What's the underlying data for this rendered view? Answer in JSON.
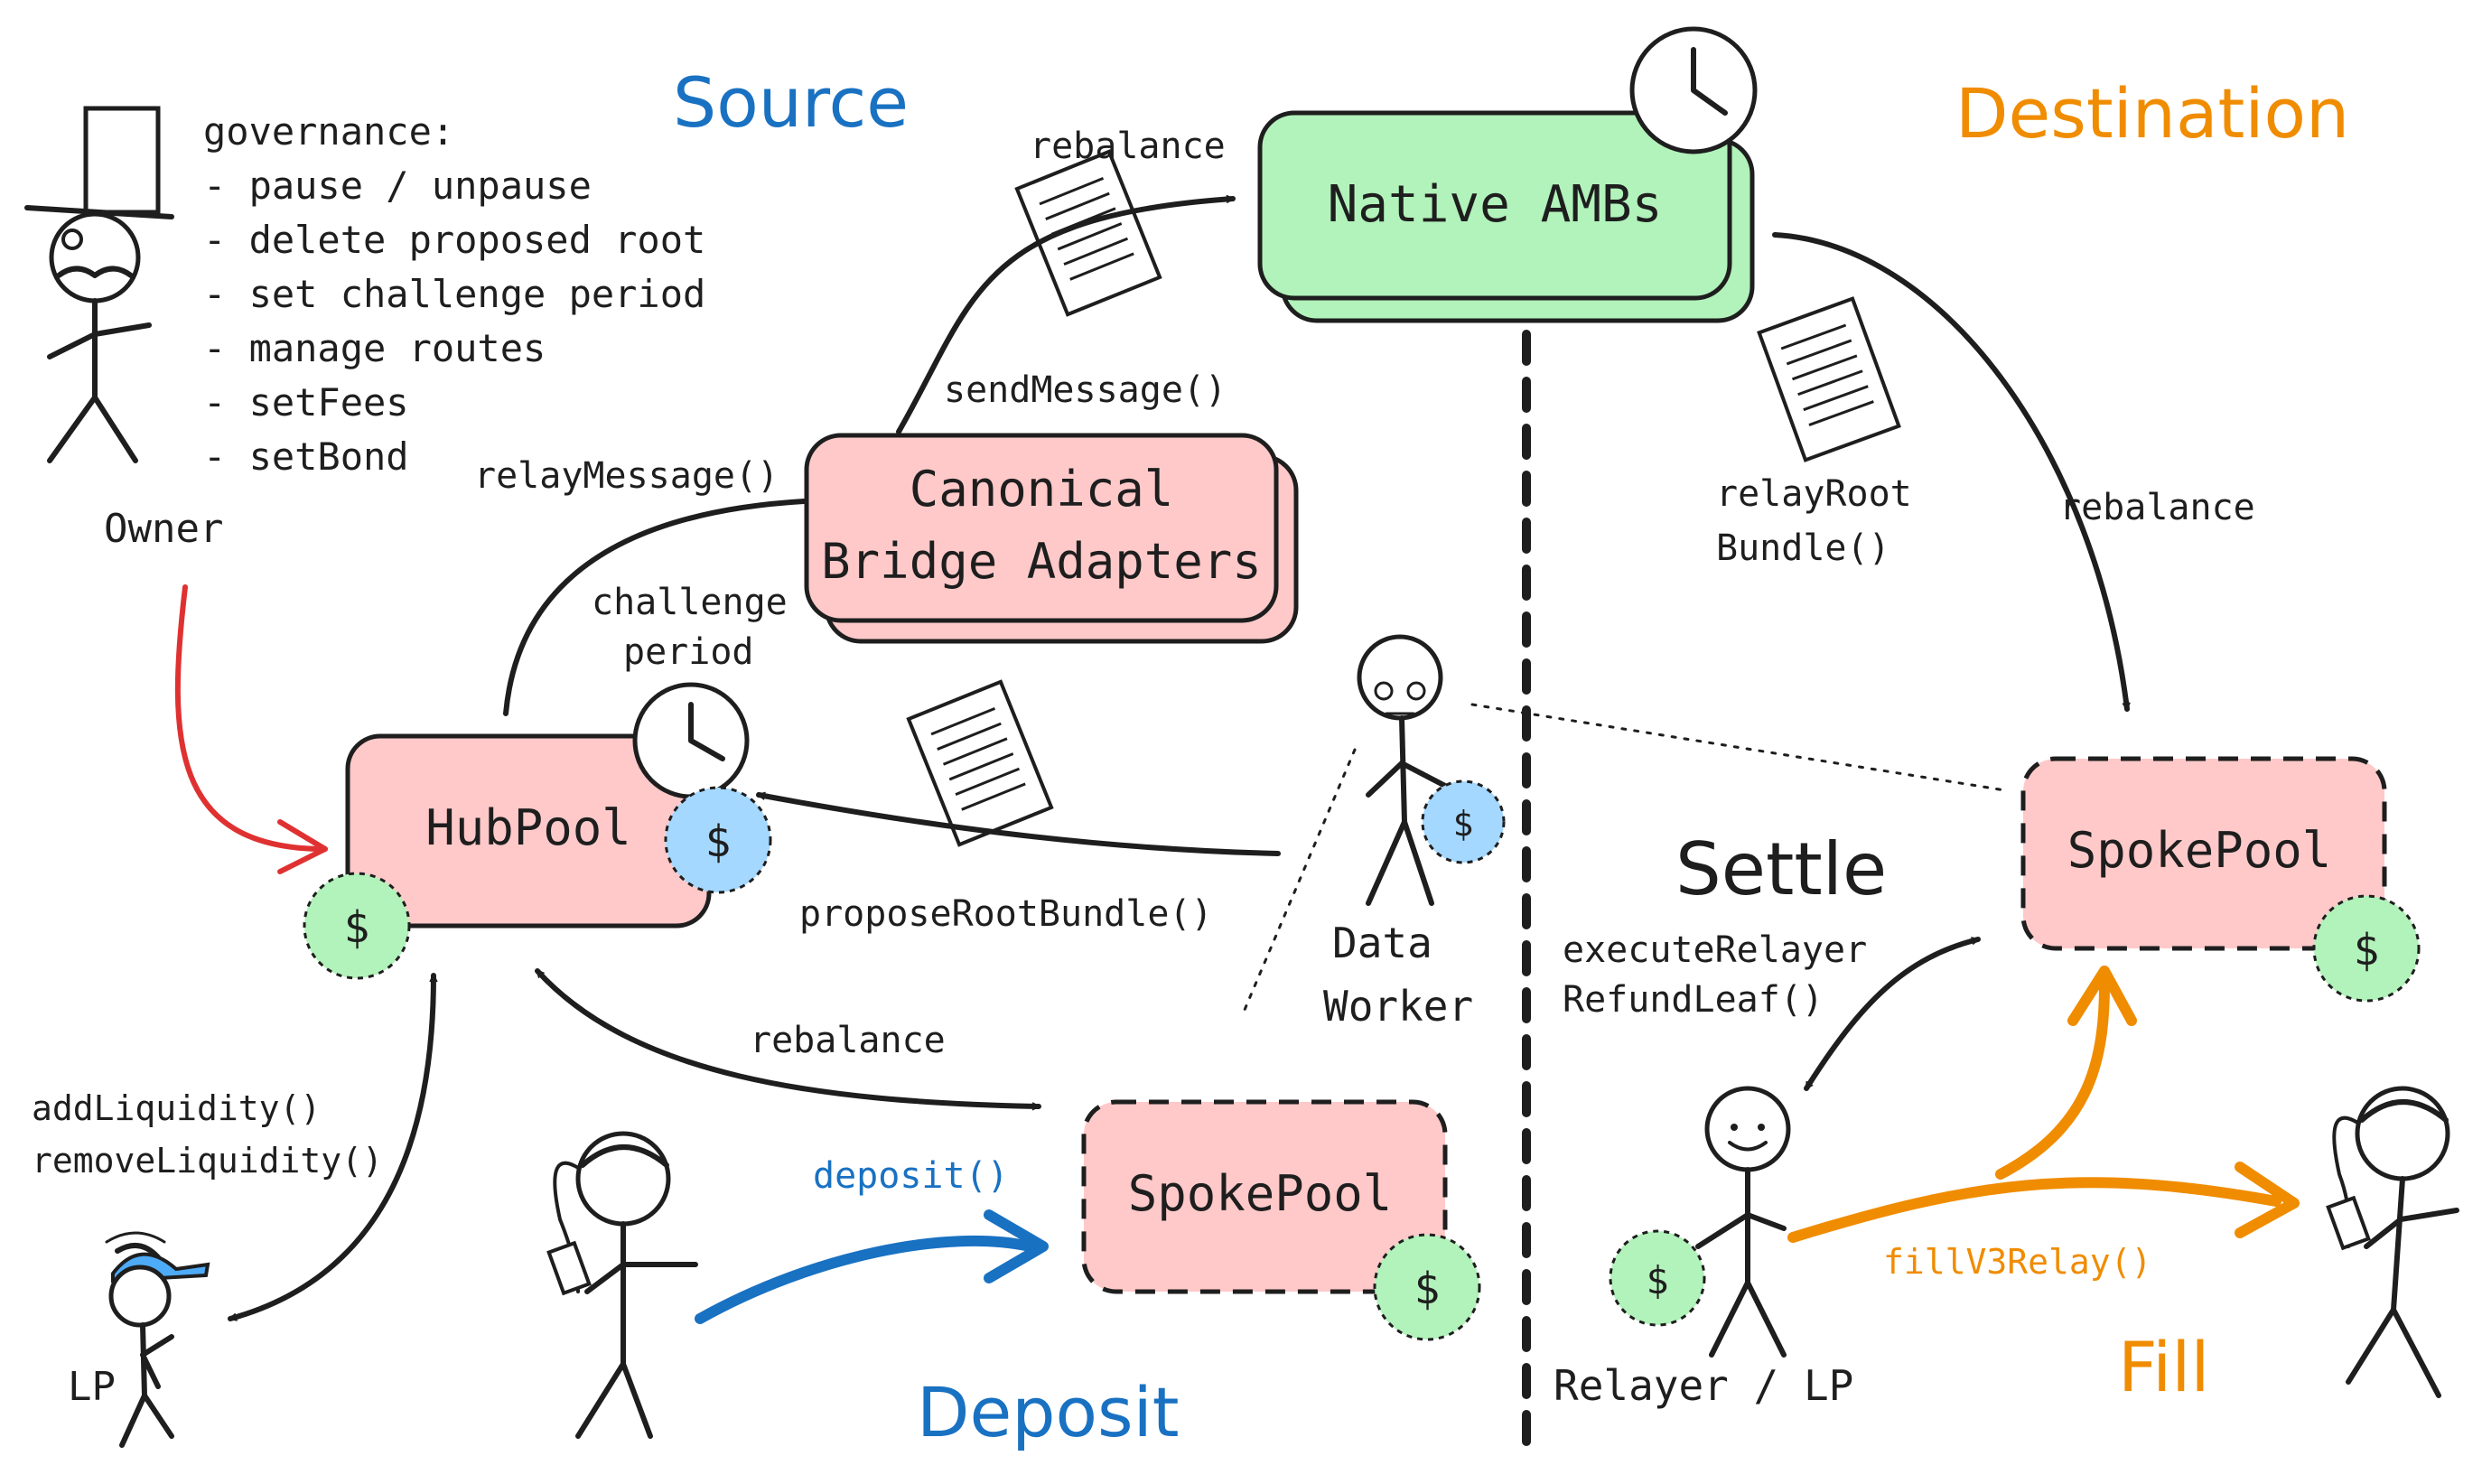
{
  "sections": {
    "source": "Source",
    "destination": "Destination",
    "deposit": "Deposit",
    "fill": "Fill",
    "settle": "Settle"
  },
  "colors": {
    "source_title": "#1971c2",
    "destination_title": "#f08c00",
    "deposit_arrow": "#1971c2",
    "fill_arrow": "#f08c00",
    "owner_arrow": "#e03131",
    "pink_box": "#ffc9c9",
    "green_box": "#b2f2bb",
    "green_coin": "#b2f2bb",
    "blue_coin": "#a5d8ff"
  },
  "owner": {
    "label": "Owner",
    "governance_title": "governance:",
    "governance_items": [
      "- pause / unpause",
      "- delete proposed root",
      "- set challenge period",
      "- manage routes",
      "- setFees",
      "- setBond"
    ]
  },
  "nodes": {
    "native_ambs": "Native AMBs",
    "canonical_line1": "Canonical",
    "canonical_line2": "Bridge Adapters",
    "hubpool": "HubPool",
    "spokepool_source": "SpokePool",
    "spokepool_dest": "SpokePool"
  },
  "actors": {
    "data_worker_line1": "Data",
    "data_worker_line2": "Worker",
    "lp": "LP",
    "relayer": "Relayer / LP"
  },
  "edge_labels": {
    "rebalance_top": "rebalance",
    "send_message": "sendMessage()",
    "relay_message": "relayMessage()",
    "challenge_line1": "challenge",
    "challenge_line2": "period",
    "propose_root": "proposeRootBundle()",
    "relay_root_line1": "relayRoot",
    "relay_root_line2": "Bundle()",
    "rebalance_right": "rebalance",
    "rebalance_middle": "rebalance",
    "add_liquidity": "addLiquidity()",
    "remove_liquidity": "removeLiquidity()",
    "deposit_call": "deposit()",
    "execute_line1": "executeRelayer",
    "execute_line2": "RefundLeaf()",
    "fill_call": "fillV3Relay()"
  },
  "coin_symbol": "$",
  "icons": [
    "clock-icon",
    "document-icon",
    "stick-figure-icon",
    "top-hat-icon",
    "propeller-cap-icon",
    "coin-icon"
  ]
}
